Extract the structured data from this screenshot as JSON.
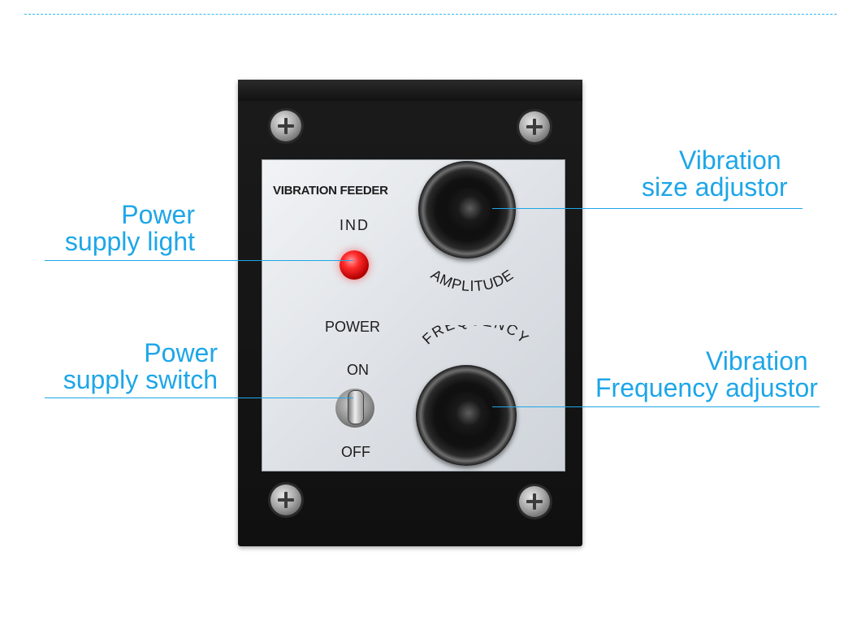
{
  "panel": {
    "title": "VIBRATION FEEDER",
    "ind_label": "IND",
    "amplitude_label": "AMPLITUDE",
    "power_label": "POWER",
    "frequency_label": "FREQUENCY",
    "on_label": "ON",
    "off_label": "OFF"
  },
  "callouts": {
    "power_light": {
      "line1": "Power",
      "line2": "supply light"
    },
    "power_switch": {
      "line1": "Power",
      "line2": "supply switch"
    },
    "size_adjustor": {
      "line1": "Vibration",
      "line2": "size adjustor"
    },
    "frequency_adjustor": {
      "line1": "Vibration",
      "line2": "Frequency adjustor"
    }
  },
  "colors": {
    "accent": "#1da6e8",
    "led": "#ff2c2c",
    "panel": "#e2e6ea",
    "housing": "#151515"
  }
}
